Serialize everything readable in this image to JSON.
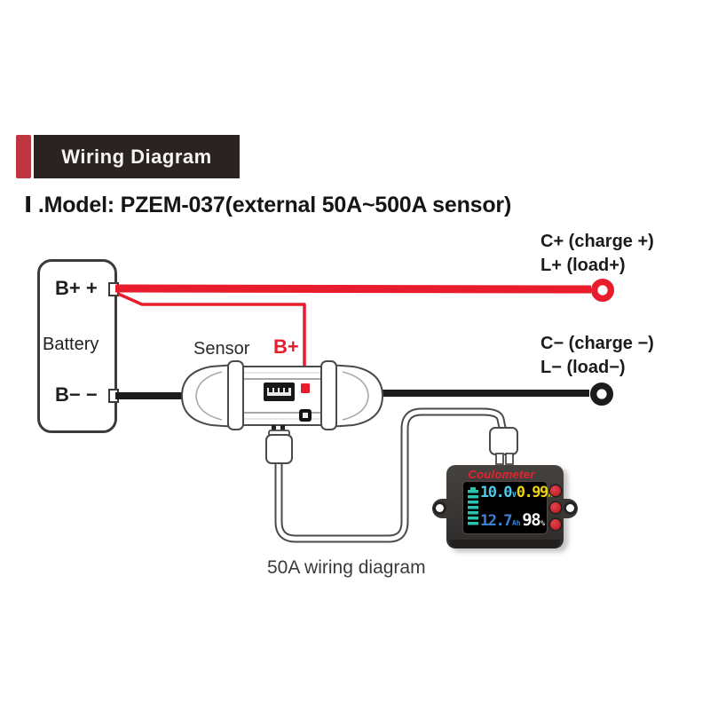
{
  "header": {
    "badge_label": "Wiring Diagram"
  },
  "title": "Ⅰ .Model: PZEM-037(external 50A~500A sensor)",
  "battery": {
    "terminal_pos": "B+ +",
    "name": "Battery",
    "terminal_neg": "B− −"
  },
  "sensor": {
    "name": "Sensor",
    "bplus": "B+"
  },
  "terminals_pos": {
    "charge": "C+ (charge +)",
    "load": "L+ (load+)"
  },
  "terminals_neg": {
    "charge": "C− (charge −)",
    "load": "L− (load−)"
  },
  "meter": {
    "brand": "Coulometer",
    "readings": {
      "voltage": {
        "value": "10.0",
        "unit": "V"
      },
      "current": {
        "value": "0.99",
        "unit": "A"
      },
      "capacity": {
        "value": "12.7",
        "unit": "Ah"
      },
      "soc": {
        "value": "98",
        "unit": "%"
      }
    }
  },
  "caption": "50A wiring diagram",
  "colors": {
    "wire_positive": "#e81c2c",
    "wire_negative": "#1c1c1c",
    "header_accent": "#bf3640",
    "header_bg": "#2a2321",
    "brand_red": "#e8222c",
    "lcd_voltage": "#4fc8e9",
    "lcd_current": "#efd413",
    "lcd_capacity": "#3b82d8",
    "lcd_soc": "#f4f6f8",
    "battery_gauge": "#2cc2b0"
  }
}
